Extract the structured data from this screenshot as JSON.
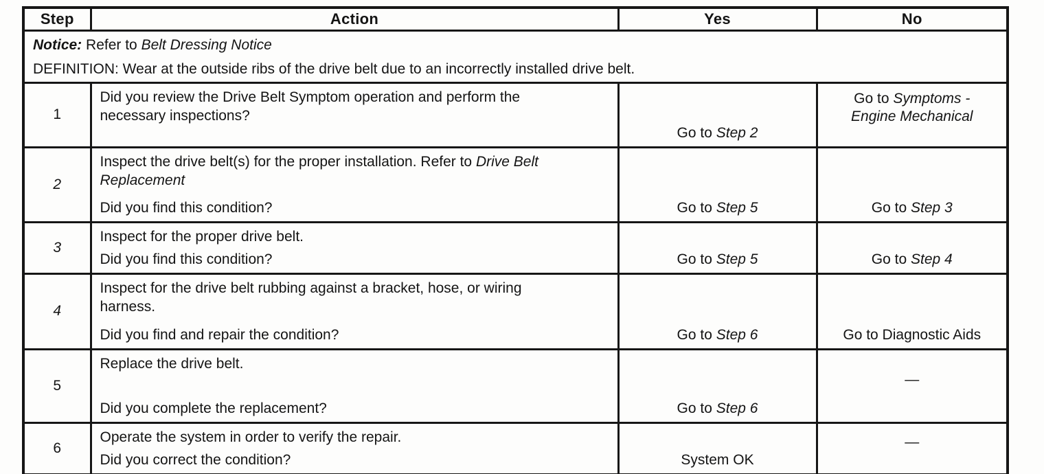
{
  "colors": {
    "ink": "#161616",
    "paper": "#fdfdfc"
  },
  "document": {
    "headers": {
      "step": "Step",
      "action": "Action",
      "yes": "Yes",
      "no": "No"
    },
    "notice": {
      "label": "Notice:",
      "refer_text": " Refer to ",
      "reference": "Belt Dressing Notice",
      "definition": "DEFINITION: Wear at the outside ribs of the drive belt due to an incorrectly installed drive belt."
    },
    "rows": [
      {
        "step": "1",
        "action": {
          "text": "Did you review the Drive Belt Symptom operation and perform the necessary inspections?"
        },
        "yes": {
          "text": "Go to ",
          "ref": "Step 2"
        },
        "no": {
          "text": "Go to ",
          "ref": "Symptoms - Engine Mechanical"
        }
      },
      {
        "step": "2",
        "action": {
          "text": "Inspect the drive belt(s) for the proper installation. Refer to ",
          "ref": "Drive Belt Replacement",
          "question": "Did you find this condition?"
        },
        "yes": {
          "text": "Go to ",
          "ref": "Step 5"
        },
        "no": {
          "text": "Go to ",
          "ref": "Step 3"
        }
      },
      {
        "step": "3",
        "action": {
          "text": "Inspect for the proper drive belt.",
          "question": "Did you find this condition?"
        },
        "yes": {
          "text": "Go to ",
          "ref": "Step 5"
        },
        "no": {
          "text": "Go to ",
          "ref": "Step 4"
        }
      },
      {
        "step": "4",
        "action": {
          "text": "Inspect for the drive belt rubbing against a bracket, hose, or wiring harness.",
          "question": "Did you find and repair the condition?"
        },
        "yes": {
          "text": "Go to ",
          "ref": "Step 6"
        },
        "no": {
          "text": "Go to Diagnostic Aids"
        }
      },
      {
        "step": "5",
        "action": {
          "text": "Replace the drive belt.",
          "question": "Did you complete the replacement?"
        },
        "yes": {
          "text": "Go to ",
          "ref": "Step 6"
        },
        "no": {
          "dash": "—"
        }
      },
      {
        "step": "6",
        "action": {
          "text": "Operate the system in order to verify the repair.",
          "question": "Did you correct the condition?"
        },
        "yes": {
          "text": "System OK"
        },
        "no": {
          "dash": "—"
        }
      }
    ]
  }
}
